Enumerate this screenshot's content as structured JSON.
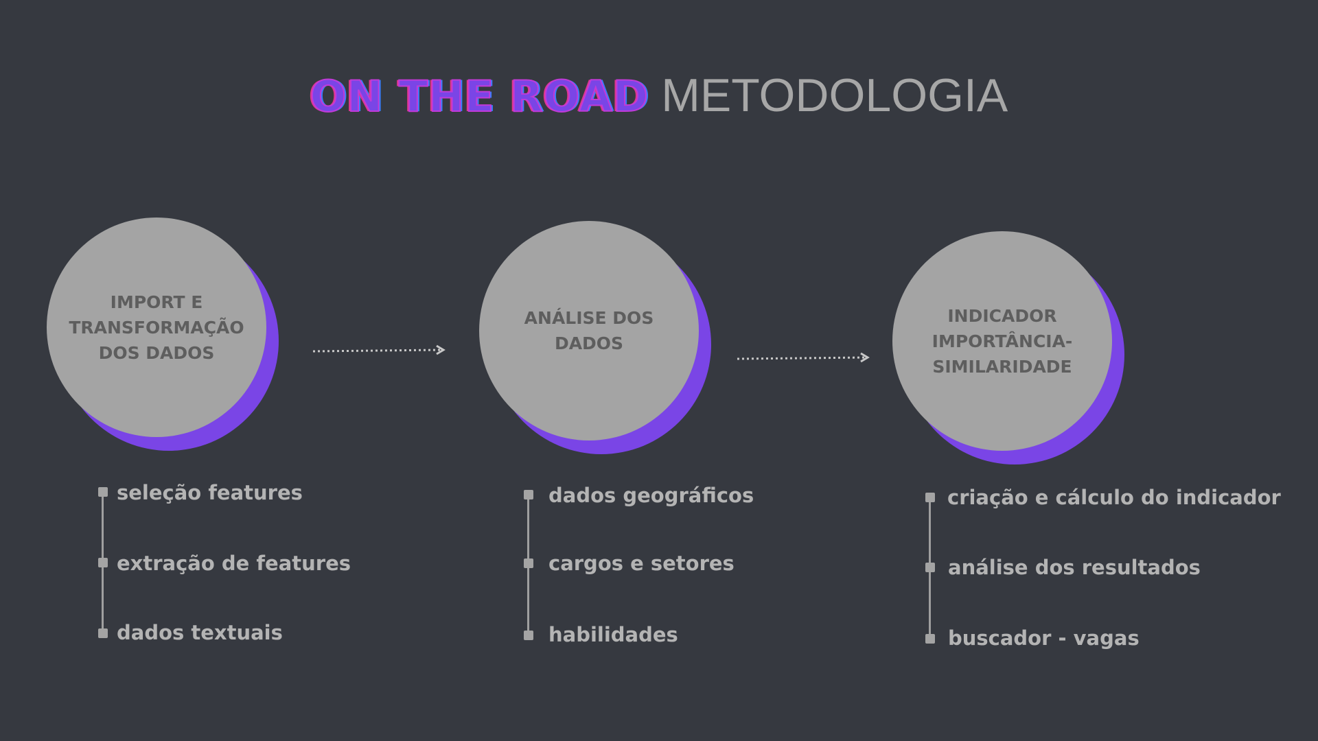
{
  "title": {
    "brand": "ON THE ROAD",
    "rest": "METODOLOGIA"
  },
  "colors": {
    "background": "#363940",
    "circle": "#a4a4a4",
    "accent": "#7a45e6",
    "text": "#b4b4b4"
  },
  "steps": [
    {
      "label": "IMPORT E\nTRANSFORMAÇÃO\nDOS DADOS",
      "items": [
        "seleção features",
        "extração de features",
        "dados textuais"
      ]
    },
    {
      "label": "ANÁLISE DOS\nDADOS",
      "items": [
        "dados geográficos",
        "cargos e setores",
        "habilidades"
      ]
    },
    {
      "label": "INDICADOR\nIMPORTÂNCIA-\nSIMILARIDADE",
      "items": [
        "criação e cálculo do indicador",
        "análise dos resultados",
        "buscador - vagas"
      ]
    }
  ]
}
